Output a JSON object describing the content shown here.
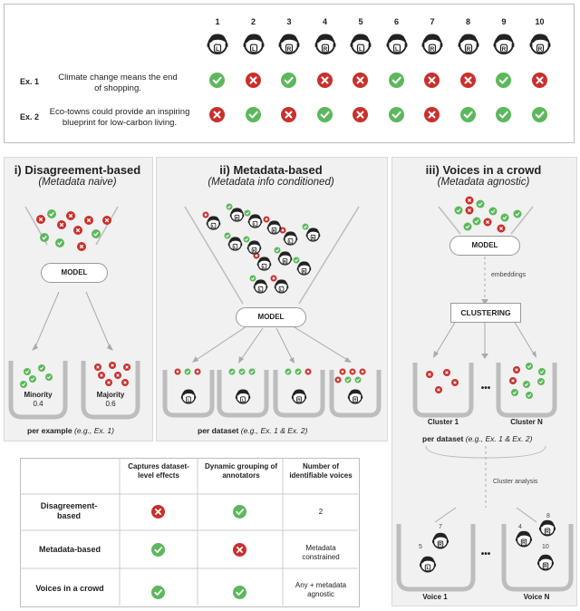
{
  "annotators": {
    "numbers": [
      "1",
      "2",
      "3",
      "4",
      "5",
      "6",
      "7",
      "8",
      "9",
      "10"
    ],
    "letters": [
      "L",
      "L",
      "R",
      "R",
      "L",
      "L",
      "R",
      "R",
      "R",
      "R"
    ]
  },
  "examples": [
    {
      "label": "Ex. 1",
      "text": "Climate change means the end of shopping.",
      "votes": [
        "check",
        "cross",
        "check",
        "cross",
        "cross",
        "check",
        "cross",
        "cross",
        "check",
        "cross"
      ]
    },
    {
      "label": "Ex. 2",
      "text": "Eco-towns could provide an inspiring blueprint for low-carbon living.",
      "votes": [
        "cross",
        "check",
        "cross",
        "check",
        "cross",
        "check",
        "cross",
        "check",
        "check",
        "check"
      ]
    }
  ],
  "panel1": {
    "title": "i) Disagreement-based",
    "subtitle": "(Metadata naive)",
    "model": "MODEL",
    "minority_label": "Minority",
    "minority_value": "0.4",
    "majority_label": "Majority",
    "majority_value": "0.6",
    "footer_bold": "per example",
    "footer_italic": "(e.g., Ex. 1)"
  },
  "panel2": {
    "title": "ii) Metadata-based",
    "subtitle": "(Metadata info conditioned)",
    "model": "MODEL",
    "footer_bold": "per dataset",
    "footer_italic": "(e.g., Ex. 1 & Ex. 2)"
  },
  "panel3": {
    "title": "iii) Voices in a crowd",
    "subtitle": "(Metadata agnostic)",
    "model": "MODEL",
    "embeddings": "embeddings",
    "clustering": "CLUSTERING",
    "cluster1": "Cluster 1",
    "clusterN": "Cluster N",
    "ellipsis": "•••",
    "footer_bold": "per dataset",
    "footer_italic": "(e.g., Ex. 1 & Ex. 2)",
    "cluster_analysis": "Cluster analysis",
    "voice1": "Voice 1",
    "voiceN": "Voice N",
    "voice1_nums": [
      "7",
      "5"
    ],
    "voiceN_nums": [
      "4",
      "8",
      "10"
    ]
  },
  "table": {
    "headers": [
      "Captures dataset-level effects",
      "Dynamic grouping of annotators",
      "Number of identifiable voices"
    ],
    "rows": [
      {
        "name": "Disagreement-based",
        "c1": "cross",
        "c2": "check",
        "c3": "2"
      },
      {
        "name": "Metadata-based",
        "c1": "check",
        "c2": "cross",
        "c3": "Metadata constrained"
      },
      {
        "name": "Voices in a crowd",
        "c1": "check",
        "c2": "check",
        "c3": "Any + metadata agnostic"
      }
    ]
  },
  "colors": {
    "check": "#5cb85c",
    "cross": "#c9302c",
    "panel_bg": "#f1f1f1"
  }
}
